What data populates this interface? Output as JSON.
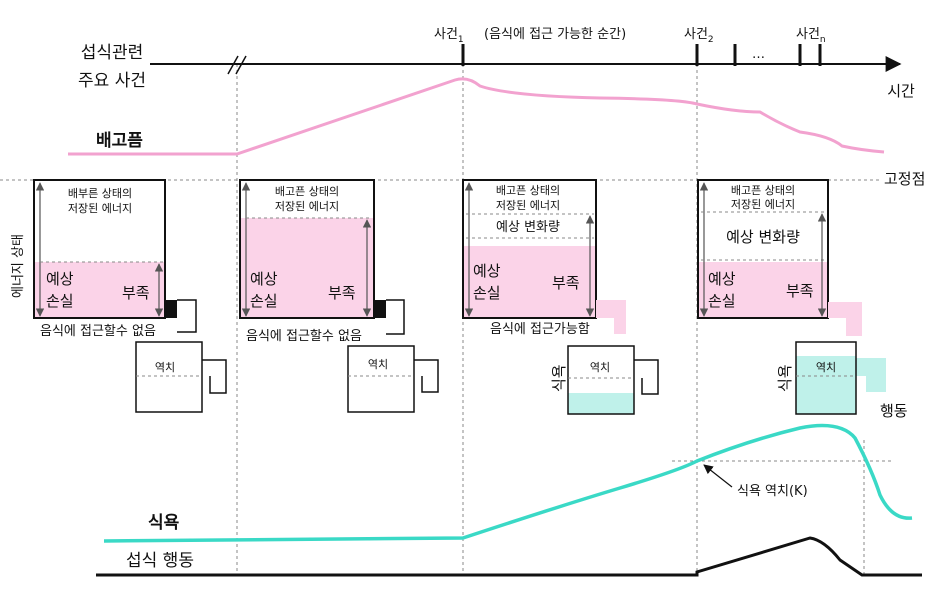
{
  "timeline": {
    "row_label_line1": "섭식관련",
    "row_label_line2": "주요 사건",
    "axis_label": "시간",
    "event1": "사건",
    "event1_sub": "1",
    "event1_note": "(음식에 접근 가능한 순간)",
    "event2": "사건",
    "event2_sub": "2",
    "ellipsis": "…",
    "eventn": "사건",
    "eventn_sub": "n"
  },
  "hunger": {
    "label": "배고픔",
    "setpoint_label": "고정점"
  },
  "energy_axis_label": "에너지 상태",
  "panels": [
    {
      "caption_line1": "배부른 상태의",
      "caption_line2": "저장된 에너지",
      "expected_loss": [
        "예상",
        "손실"
      ],
      "deficit": "부족",
      "access": "음식에 접근할수 없음"
    },
    {
      "caption_line1": "배고픈 상태의",
      "caption_line2": "저장된 에너지",
      "expected_loss": [
        "예상",
        "손실"
      ],
      "deficit": "부족",
      "access": "음식에 접근할수 없음"
    },
    {
      "caption_line1": "배고픈 상태의",
      "caption_line2": "저장된 에너지",
      "expected_change": "예상 변화량",
      "expected_loss": [
        "예상",
        "손실"
      ],
      "deficit": "부족",
      "access": "음식에 접근가능함"
    },
    {
      "caption_line1": "배고픈 상태의",
      "caption_line2": "저장된 에너지",
      "expected_change": "예상 변화량",
      "expected_loss": [
        "예상",
        "손실"
      ],
      "deficit": "부족"
    }
  ],
  "thresholds": [
    {
      "label": "역치"
    },
    {
      "label": "역치"
    },
    {
      "label": "역치",
      "side_label": "식욕"
    },
    {
      "label": "역치",
      "side_label": "식욕",
      "action_label": "행동"
    }
  ],
  "appetite": {
    "label": "식욕",
    "threshold_note": "식욕 역치(K)"
  },
  "behavior": {
    "label": "섭식 행동"
  },
  "colors": {
    "hunger": "#f2a2cf",
    "hunger_fill": "#fbd3e8",
    "appetite": "#3ad9c6",
    "appetite_fill": "#bff1ea"
  }
}
